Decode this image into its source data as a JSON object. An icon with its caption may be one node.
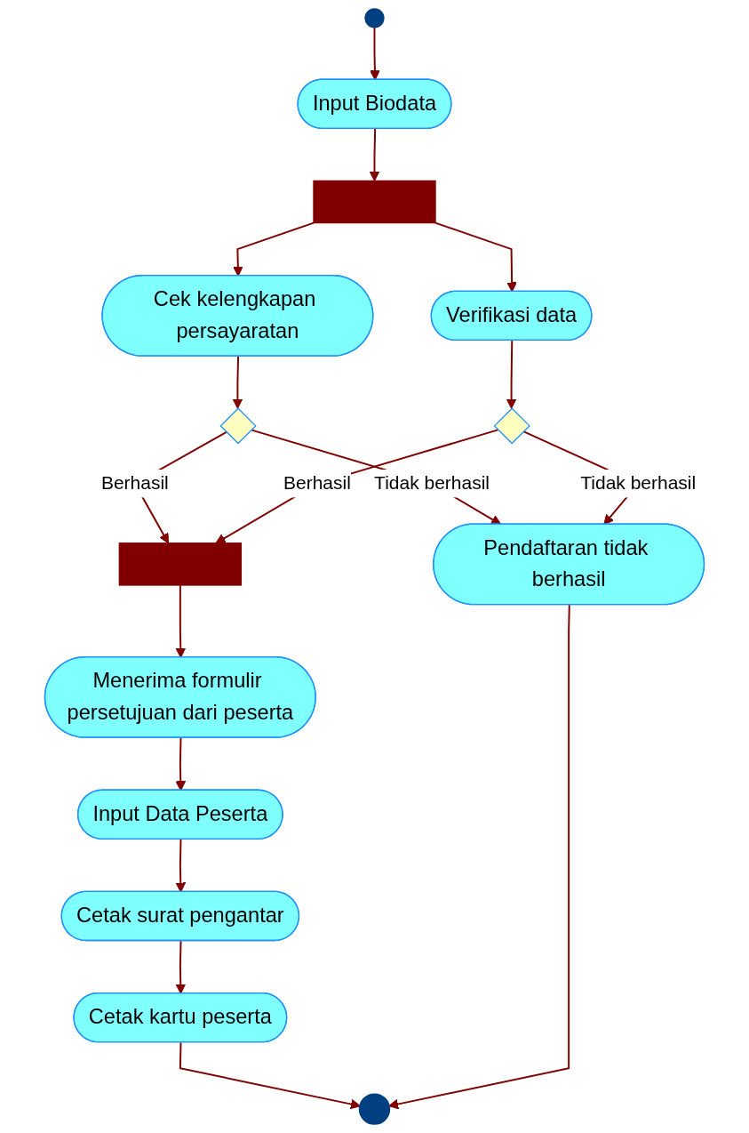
{
  "diagram": {
    "nodes": [
      {
        "text": [],
        "shape": "circle"
      },
      {
        "text": [
          "Input Biodata"
        ]
      },
      {
        "text": [],
        "shape": "bar"
      },
      {
        "text": [
          "Cek kelengkapan persayaratan"
        ]
      },
      {
        "text": [
          "Verifikasi data"
        ]
      },
      {
        "text": [],
        "shape": "diamond"
      },
      {
        "text": [],
        "shape": "diamond"
      },
      {
        "text": [],
        "shape": "bar"
      },
      {
        "text": [
          "Menerima formulir persetujuan dari peserta"
        ]
      },
      {
        "text": [
          "Input Data Peserta"
        ]
      },
      {
        "text": [
          "Cetak surat pengantar"
        ]
      },
      {
        "text": [
          "Cetak kartu peserta"
        ]
      },
      {
        "text": [],
        "shape": "circle"
      },
      {
        "text": [
          "Pendaftaran tidak berhasil"
        ]
      }
    ],
    "edges": [
      {
        "from": 0,
        "to": 1,
        "arrow": "to"
      },
      {
        "from": 1,
        "to": 2,
        "arrow": "to"
      },
      {
        "from": 2,
        "to": 3,
        "arrow": "to"
      },
      {
        "from": 2,
        "to": 4,
        "arrow": "to"
      },
      {
        "from": 3,
        "to": 5,
        "arrow": "to"
      },
      {
        "from": 4,
        "to": 6,
        "arrow": "to"
      },
      {
        "from": 5,
        "to": 7,
        "arrow": "to",
        "label": "Berhasil"
      },
      {
        "from": 6,
        "to": 7,
        "arrow": "to",
        "label": "Berhasil"
      },
      {
        "from": 7,
        "to": 8,
        "arrow": "to"
      },
      {
        "from": 8,
        "to": 9,
        "arrow": "to"
      },
      {
        "from": 9,
        "to": 10,
        "arrow": "to"
      },
      {
        "from": 10,
        "to": 11,
        "arrow": "to"
      },
      {
        "from": 11,
        "to": 12,
        "arrow": "to"
      },
      {
        "from": 5,
        "to": 13,
        "arrow": "to",
        "label": "Tidak berhasil"
      },
      {
        "from": 6,
        "to": 13,
        "arrow": "to",
        "label": "Tidak berhasil"
      },
      {
        "from": 13,
        "to": 12,
        "arrow": "to"
      }
    ]
  }
}
